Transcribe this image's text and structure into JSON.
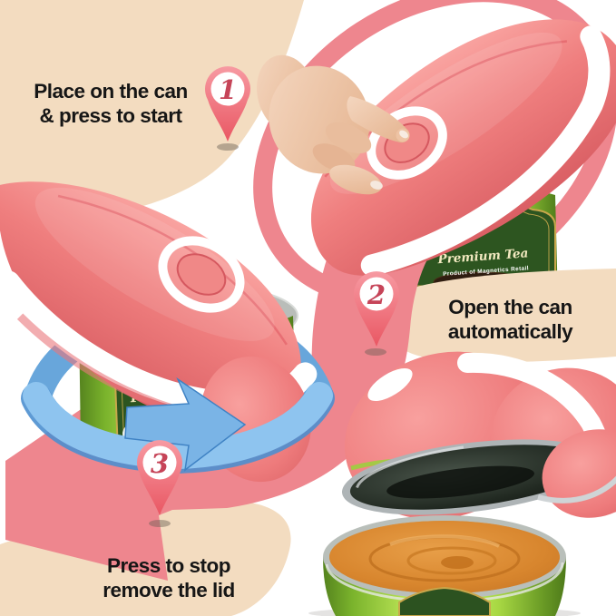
{
  "steps": [
    {
      "number": "1",
      "line1": "Place on the can",
      "line2": "& press to start"
    },
    {
      "number": "2",
      "line1": "Open the can",
      "line2": "automatically"
    },
    {
      "number": "3",
      "line1": "Press to stop",
      "line2": "remove the lid"
    }
  ],
  "can_label": {
    "title": "Premium Tea",
    "subtitle": "Product of Magnetics Retail"
  },
  "colors": {
    "peach": "#f3dcc0",
    "accent_pink": "#ee868e",
    "device_pink": "#ef7d7e",
    "can_green": "#9ed13e",
    "badge_green": "#2d5520",
    "badge_gold": "#c8a74b",
    "arrow_blue": "#7ab4e6",
    "content_orange": "#d8862e",
    "pin_number": "#c64458",
    "text": "#161616"
  }
}
